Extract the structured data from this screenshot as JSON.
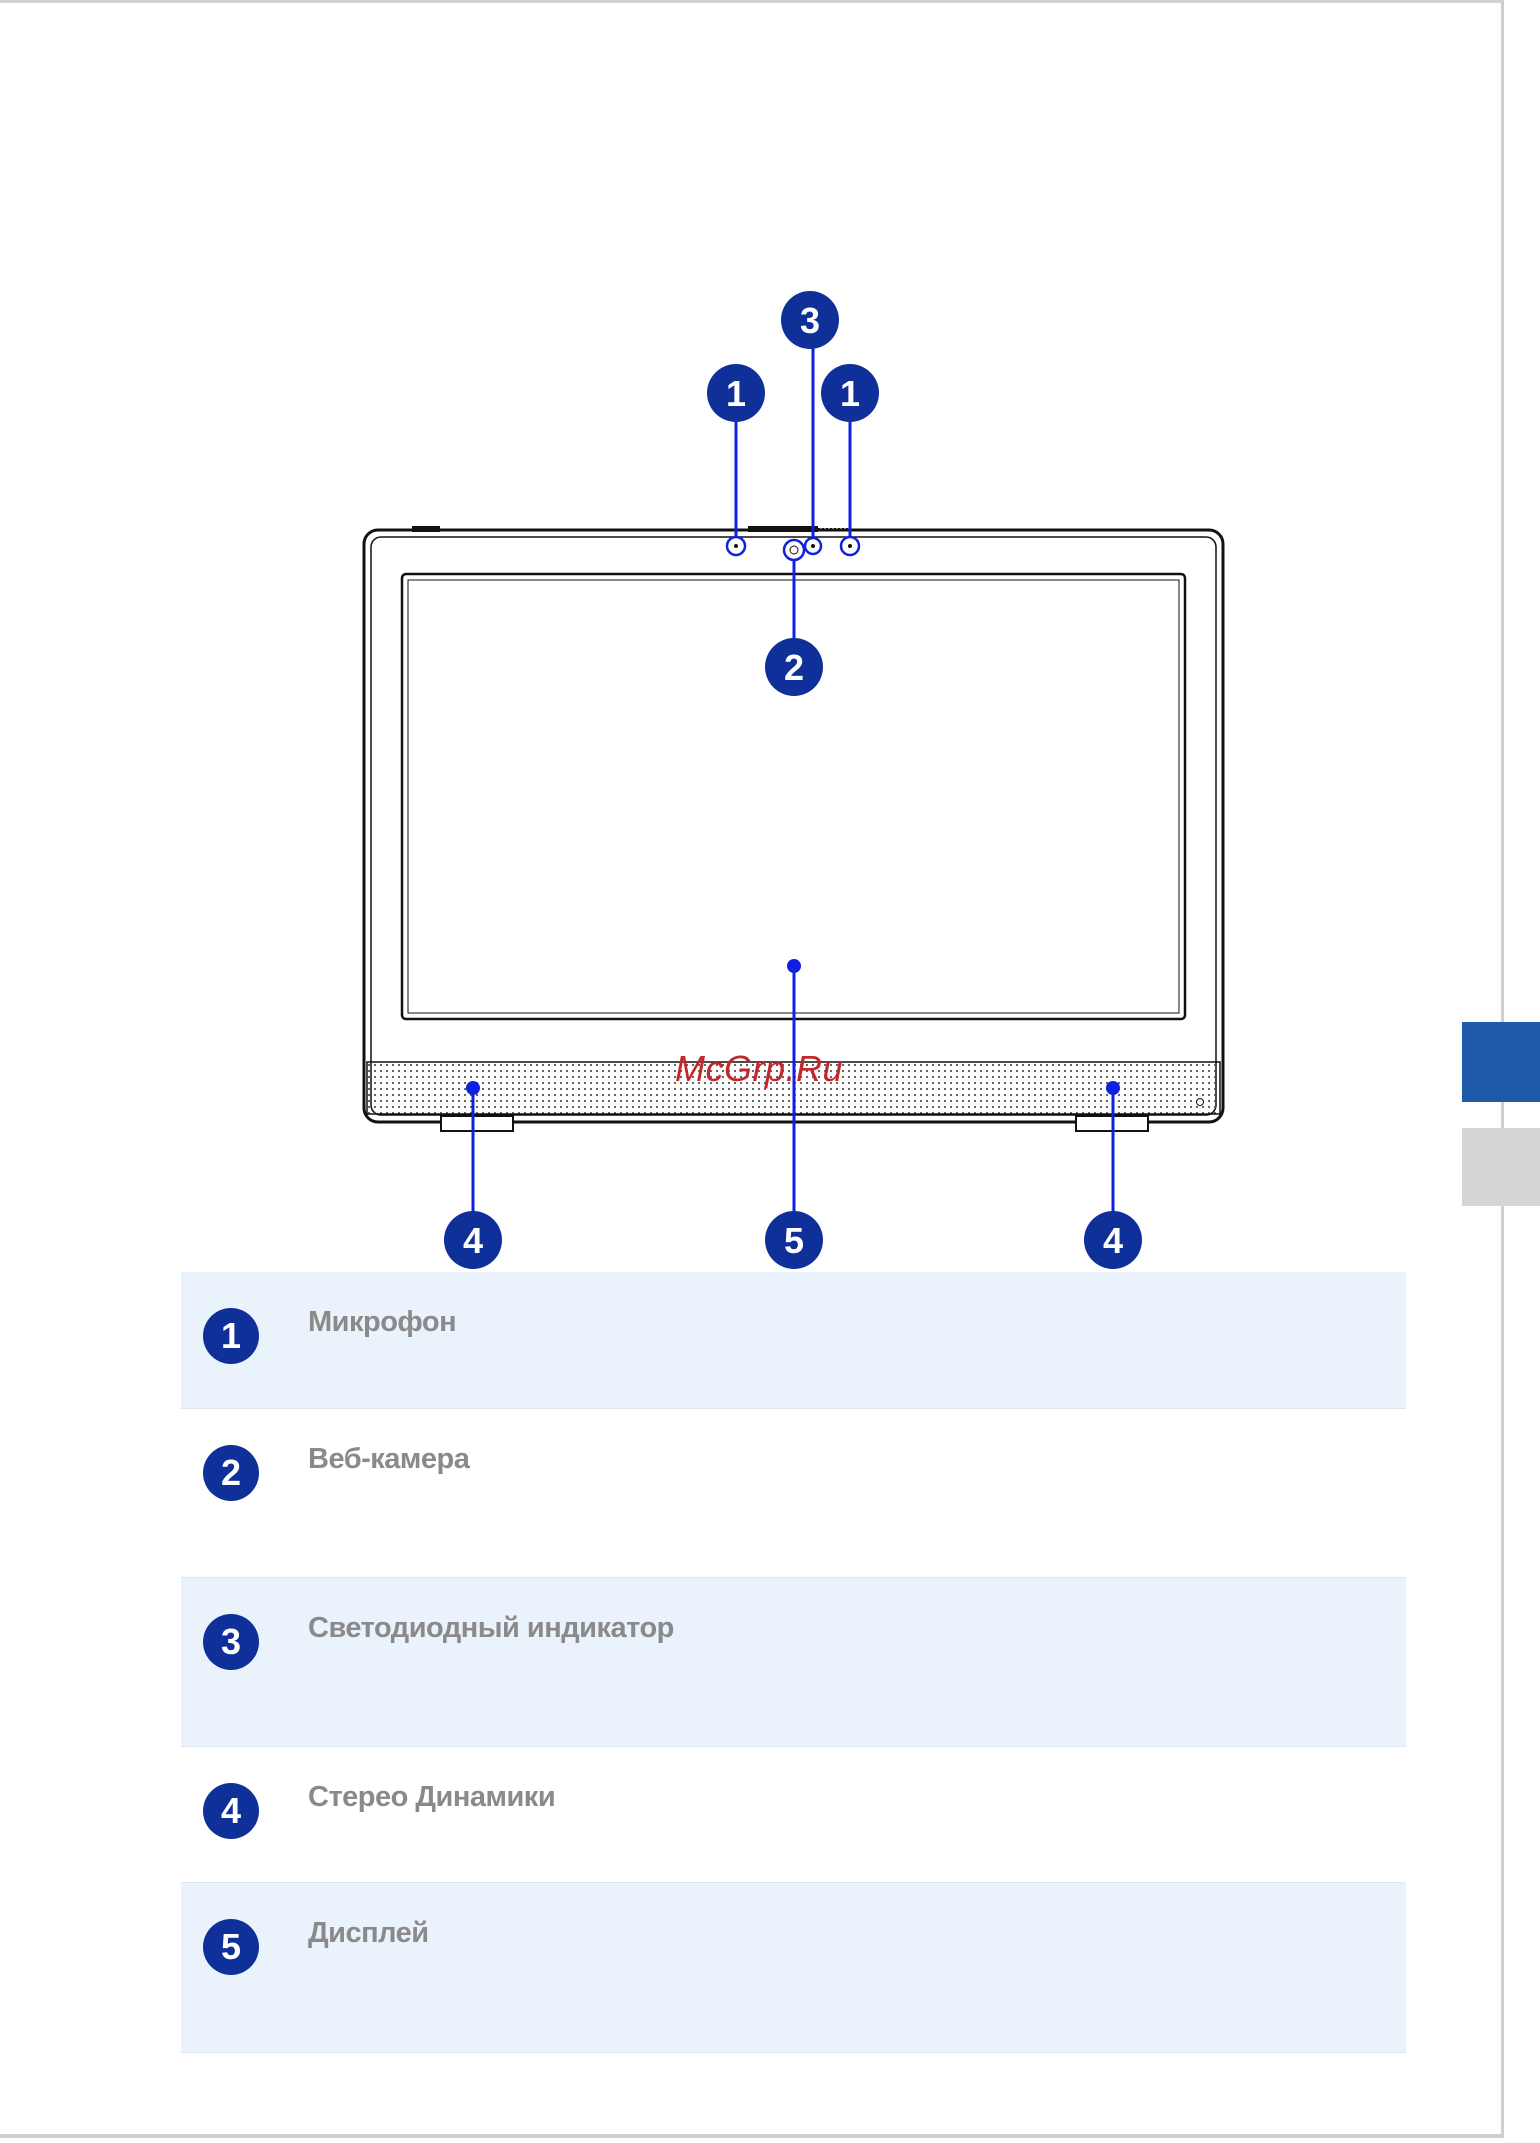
{
  "callouts": [
    "1",
    "2",
    "3",
    "4",
    "5"
  ],
  "watermark": "McGrp.Ru",
  "legend": [
    {
      "num": "1",
      "label": "Микрофон"
    },
    {
      "num": "2",
      "label": "Веб-камера"
    },
    {
      "num": "3",
      "label": "Светодиодный индикатор"
    },
    {
      "num": "4",
      "label": "Стерео Динамики"
    },
    {
      "num": "5",
      "label": "Дисплей"
    }
  ],
  "colors": {
    "callout_fill": "#0f2f99",
    "leader_line": "#1020e0",
    "row_shade": "#eaf3fb",
    "label_text": "#8a8a8a",
    "side_tab_active": "#1f5aa8",
    "side_tab_inactive": "#d6d6d6"
  }
}
